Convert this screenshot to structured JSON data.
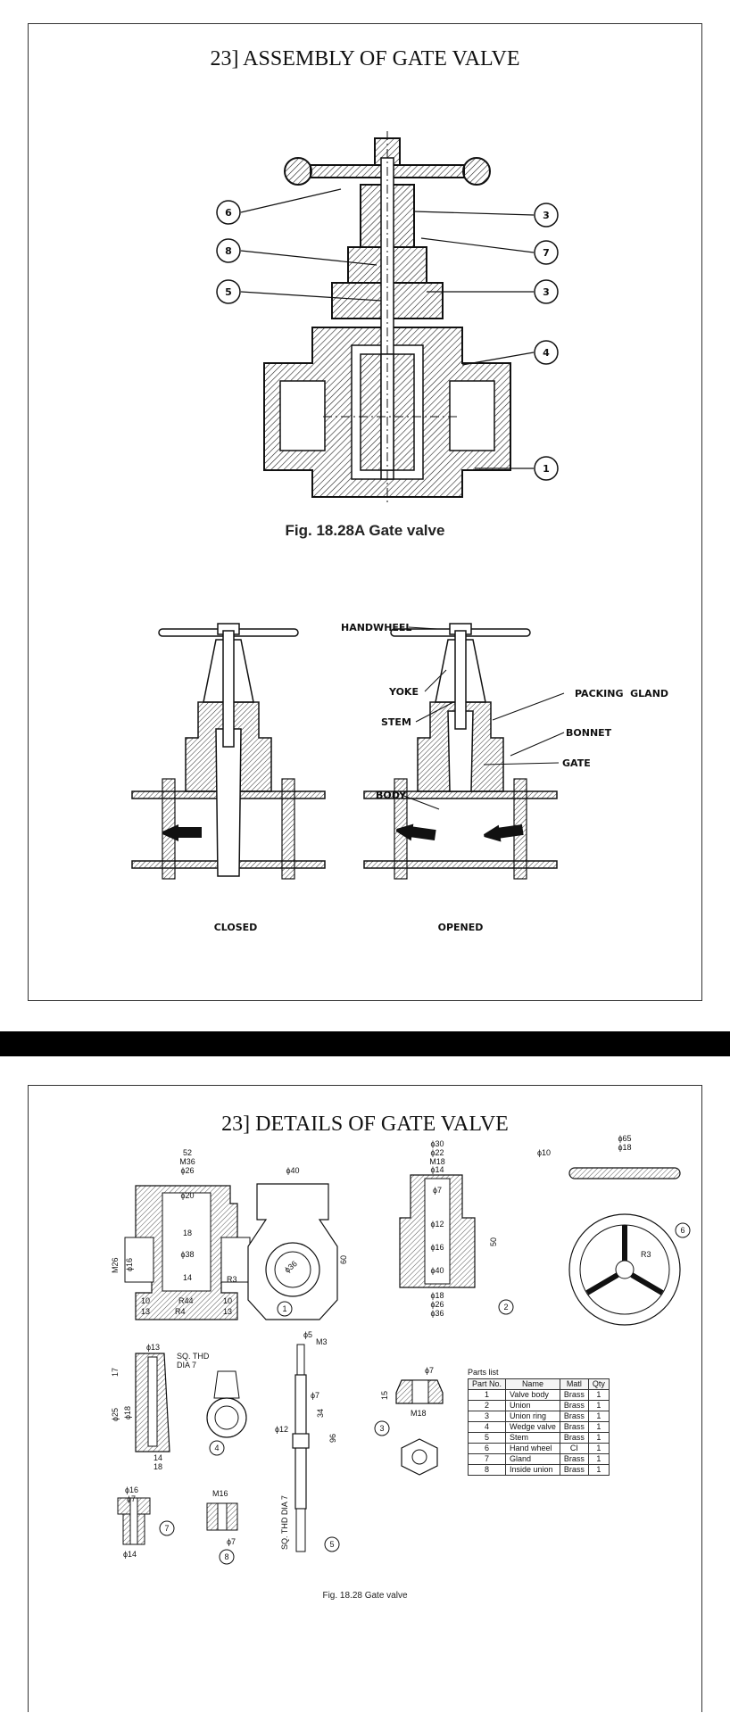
{
  "page1": {
    "title": "23] ASSEMBLY OF GATE VALVE",
    "figure_caption": "Fig. 18.28A Gate valve",
    "balloons_left": [
      "6",
      "8",
      "5"
    ],
    "balloons_right": [
      "3",
      "7",
      "3",
      "4",
      "1"
    ],
    "labels": {
      "handwheel": "HANDWHEEL",
      "yoke": "YOKE",
      "stem": "STEM",
      "body": "BODY",
      "packing_gland": "PACKING  GLAND",
      "bonnet": "BONNET",
      "gate": "GATE",
      "closed": "CLOSED",
      "opened": "OPENED"
    }
  },
  "page2": {
    "title": "23] DETAILS OF GATE VALVE",
    "figure_caption": "Fig. 18.28 Gate valve",
    "dims": {
      "body_top": "52",
      "body_m": "M36",
      "body_d26": "ϕ26",
      "body_d20": "ϕ20",
      "body_18": "18",
      "body_d38": "ϕ38",
      "body_14": "14",
      "body_r3": "R3",
      "body_r44": "R44",
      "body_r4": "R4",
      "body_10a": "10",
      "body_10b": "10",
      "body_13a": "13",
      "body_13b": "13",
      "body_m26": "M26",
      "body_d16": "ϕ16",
      "body2_d40": "ϕ40",
      "body2_60": "60",
      "body2_d36": "ϕ36",
      "bonnet_d30": "ϕ30",
      "bonnet_d22": "ϕ22",
      "bonnet_m18": "M18",
      "bonnet_d14": "ϕ14",
      "bonnet_d7": "ϕ7",
      "bonnet_d12": "ϕ12",
      "bonnet_d16": "ϕ16",
      "bonnet_d40": "ϕ40",
      "bonnet_d18": "ϕ18",
      "bonnet_d26": "ϕ26",
      "bonnet_d36": "ϕ36",
      "bonnet_50": "50",
      "wheel_d65": "ϕ65",
      "wheel_d18": "ϕ18",
      "wheel_d10": "ϕ10",
      "wheel_r3": "R3",
      "gate_d13": "ϕ13",
      "gate_thd": "SQ. THD",
      "gate_dia": "DIA 7",
      "gate_d25": "ϕ25",
      "gate_d18": "ϕ18",
      "gate_14": "14",
      "gate_18": "18",
      "gate_17": "17",
      "stem_d5": "ϕ5",
      "stem_m3": "M3",
      "stem_d7": "ϕ7",
      "stem_d12": "ϕ12",
      "stem_96": "96",
      "stem_34": "34",
      "stem_thd": "SQ. THD DIA 7",
      "union_d7": "ϕ7",
      "union_m18": "M18",
      "union_15": "15",
      "gland_d16": "ϕ16",
      "gland_d7": "ϕ7",
      "gland_d14": "ϕ14",
      "inner_m16": "M16",
      "inner_d7": "ϕ7"
    },
    "balloons": {
      "b1": "1",
      "b2": "2",
      "b3": "3",
      "b4": "4",
      "b5": "5",
      "b6": "6",
      "b7": "7",
      "b8": "8"
    },
    "parts_list": {
      "title": "Parts list",
      "headers": [
        "Part No.",
        "Name",
        "Matl",
        "Qty"
      ],
      "rows": [
        [
          "1",
          "Valve body",
          "Brass",
          "1"
        ],
        [
          "2",
          "Union",
          "Brass",
          "1"
        ],
        [
          "3",
          "Union ring",
          "Brass",
          "1"
        ],
        [
          "4",
          "Wedge valve",
          "Brass",
          "1"
        ],
        [
          "5",
          "Stem",
          "Brass",
          "1"
        ],
        [
          "6",
          "Hand wheel",
          "CI",
          "1"
        ],
        [
          "7",
          "Gland",
          "Brass",
          "1"
        ],
        [
          "8",
          "Inside union",
          "Brass",
          "1"
        ]
      ]
    }
  }
}
